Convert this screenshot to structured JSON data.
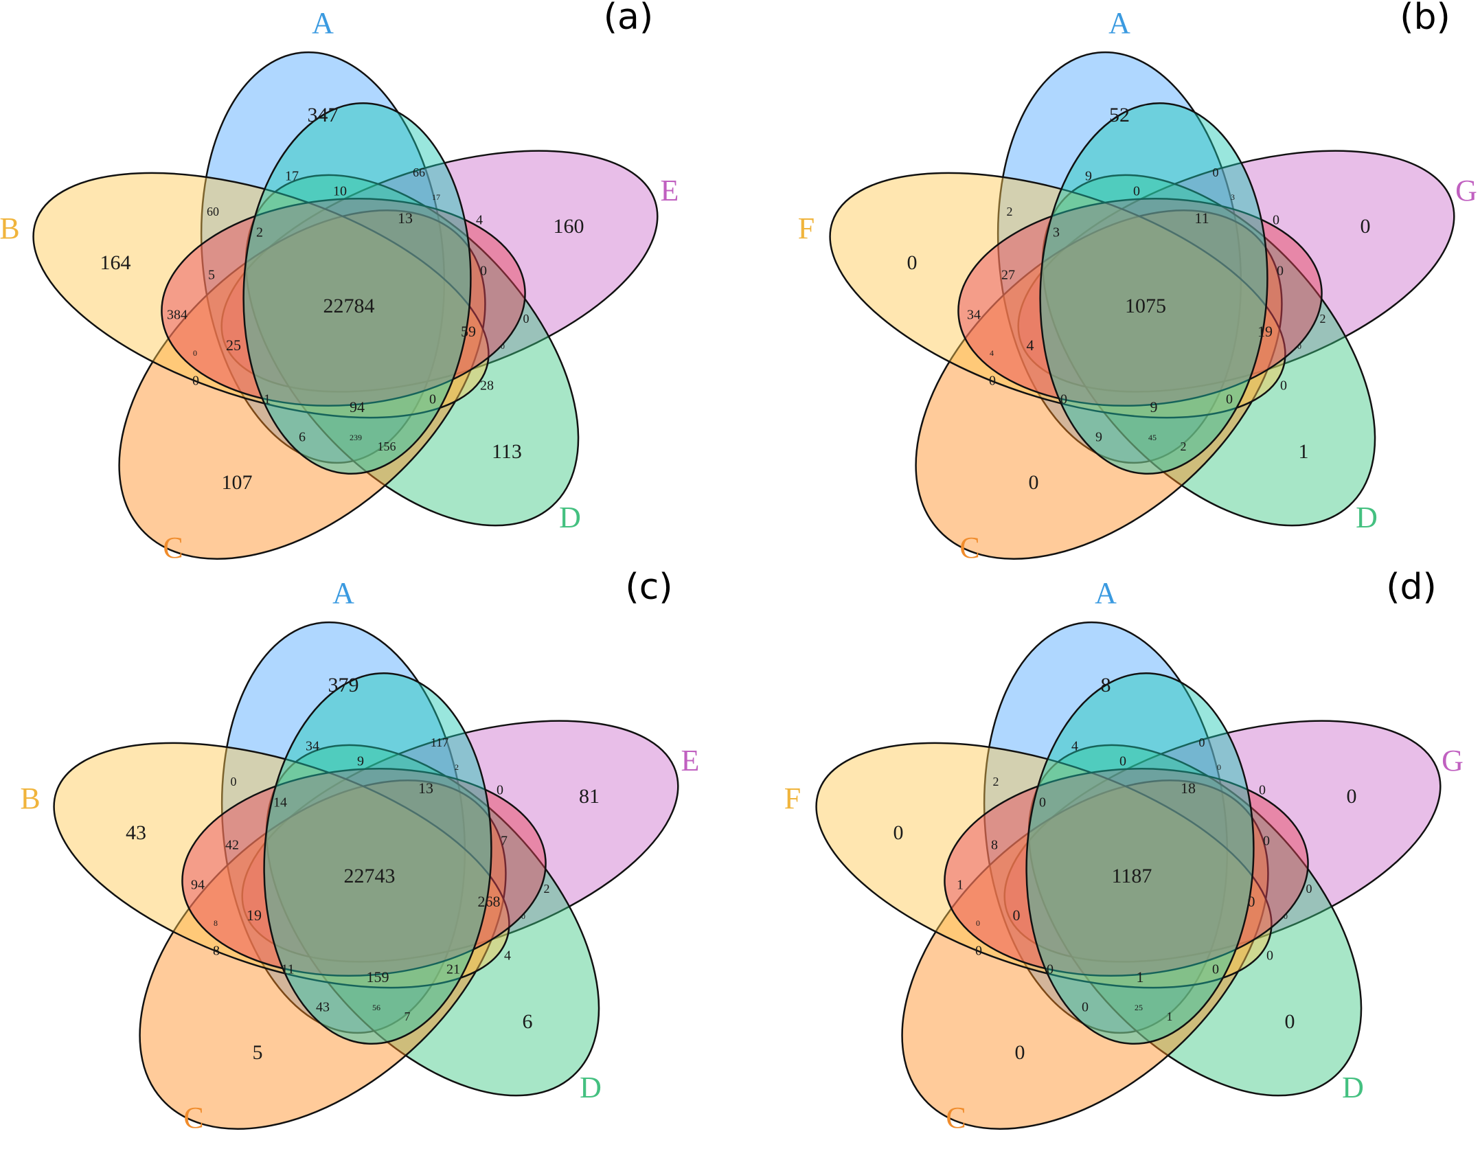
{
  "colors": {
    "blue": "#4da6ff",
    "pink": "#cc6ecc",
    "green": "#3cc882",
    "orange": "#ff8c1e",
    "yellow": "#ffc850",
    "red": "#e6445a",
    "teal": "#1cc8b4",
    "label_blue": "#3a9ae0",
    "label_yellow": "#f0b43c",
    "label_pink": "#c060c0",
    "label_green": "#44c080",
    "label_orange": "#f08c2c"
  },
  "panels": [
    {
      "label": "(a)",
      "set_labels": {
        "top": "A",
        "right": "E",
        "bottom_right": "D",
        "bottom_left": "C",
        "left": "B"
      },
      "regions": [
        "347",
        "17",
        "66",
        "160",
        "60",
        "10",
        "17",
        "4",
        "164",
        "2",
        "13",
        "0",
        "5",
        "22784",
        "384",
        "59",
        "0",
        "0",
        "25",
        "0",
        "0",
        "28",
        "1",
        "94",
        "0",
        "6",
        "239",
        "156",
        "107",
        "113"
      ]
    },
    {
      "label": "(b)",
      "set_labels": {
        "top": "A",
        "right": "G",
        "bottom_right": "D",
        "bottom_left": "C",
        "left": "F"
      },
      "regions": [
        "52",
        "9",
        "0",
        "0",
        "2",
        "0",
        "3",
        "0",
        "0",
        "3",
        "11",
        "0",
        "27",
        "1075",
        "34",
        "19",
        "2",
        "4",
        "4",
        "0",
        "0",
        "0",
        "0",
        "9",
        "0",
        "9",
        "45",
        "2",
        "0",
        "1"
      ]
    },
    {
      "label": "(c)",
      "set_labels": {
        "top": "A",
        "right": "E",
        "bottom_right": "D",
        "bottom_left": "C",
        "left": "B"
      },
      "regions": [
        "379",
        "34",
        "117",
        "81",
        "0",
        "9",
        "2",
        "0",
        "43",
        "14",
        "13",
        "7",
        "42",
        "22743",
        "94",
        "268",
        "2",
        "8",
        "19",
        "0",
        "8",
        "4",
        "11",
        "159",
        "21",
        "43",
        "56",
        "7",
        "5",
        "6"
      ]
    },
    {
      "label": "(d)",
      "set_labels": {
        "top": "A",
        "right": "G",
        "bottom_right": "D",
        "bottom_left": "C",
        "left": "F"
      },
      "regions": [
        "8",
        "4",
        "0",
        "0",
        "2",
        "0",
        "0",
        "0",
        "0",
        "0",
        "18",
        "0",
        "8",
        "1187",
        "1",
        "0",
        "0",
        "0",
        "0",
        "0",
        "0",
        "0",
        "0",
        "1",
        "0",
        "0",
        "25",
        "1",
        "0",
        "0"
      ]
    }
  ]
}
